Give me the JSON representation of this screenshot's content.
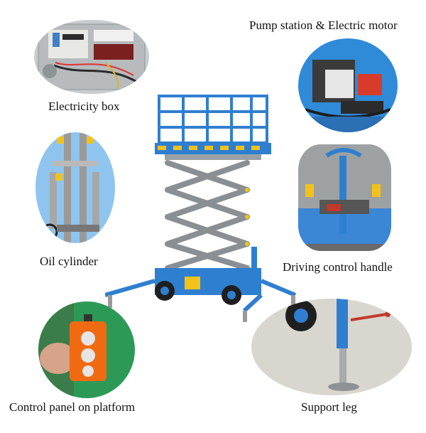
{
  "labels": {
    "electricity_box": "Electricity box",
    "pump_station": "Pump station & Electric motor",
    "oil_cylinder": "Oil cylinder",
    "driving_control_handle": "Driving control handle",
    "control_panel": "Control panel on platform",
    "support_leg": "Support leg"
  },
  "colors": {
    "lift_blue": "#2f7fd0",
    "scissor_gray": "#8a8f93",
    "warning_yellow": "#f2c21b",
    "control_orange": "#f06a12",
    "floor_gray": "#d9d6cf"
  }
}
